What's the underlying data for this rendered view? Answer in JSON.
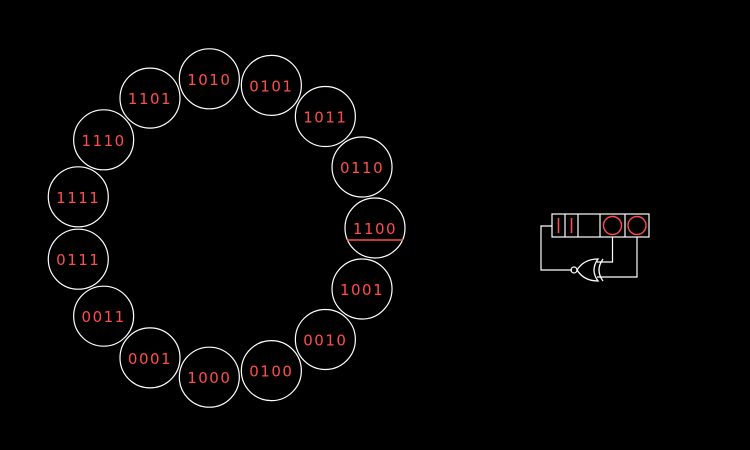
{
  "colors": {
    "background": "#000000",
    "outline": "#ffffff",
    "bit": "#ff4d4d"
  },
  "ring": {
    "states": [
      "1010",
      "0101",
      "1011",
      "0110",
      "1100",
      "1001",
      "0010",
      "0100",
      "1000",
      "0001",
      "0011",
      "0111",
      "1111",
      "1110",
      "1101"
    ],
    "current_state": "1100"
  },
  "register": {
    "bits": [
      "1",
      "1",
      "0",
      "0"
    ]
  },
  "feedback": {
    "gate": "xnor-gate-icon"
  }
}
